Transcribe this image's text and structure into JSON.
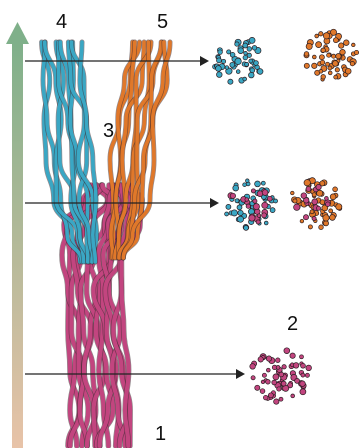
{
  "labels": {
    "l1": "1",
    "l2": "2",
    "l3": "3",
    "l4": "4",
    "l5": "5"
  },
  "colors": {
    "blue_fiber": "#3aa7c4",
    "orange_fiber": "#e0782a",
    "magenta_fiber": "#c2457f",
    "arrow_gradient_top": "#7fb08a",
    "arrow_gradient_bottom": "#e8c3a8",
    "pointer_line": "#222222"
  },
  "icons": {
    "vertical_arrow": "up-arrow-gradient-icon",
    "pointer": "right-arrow-icon"
  }
}
